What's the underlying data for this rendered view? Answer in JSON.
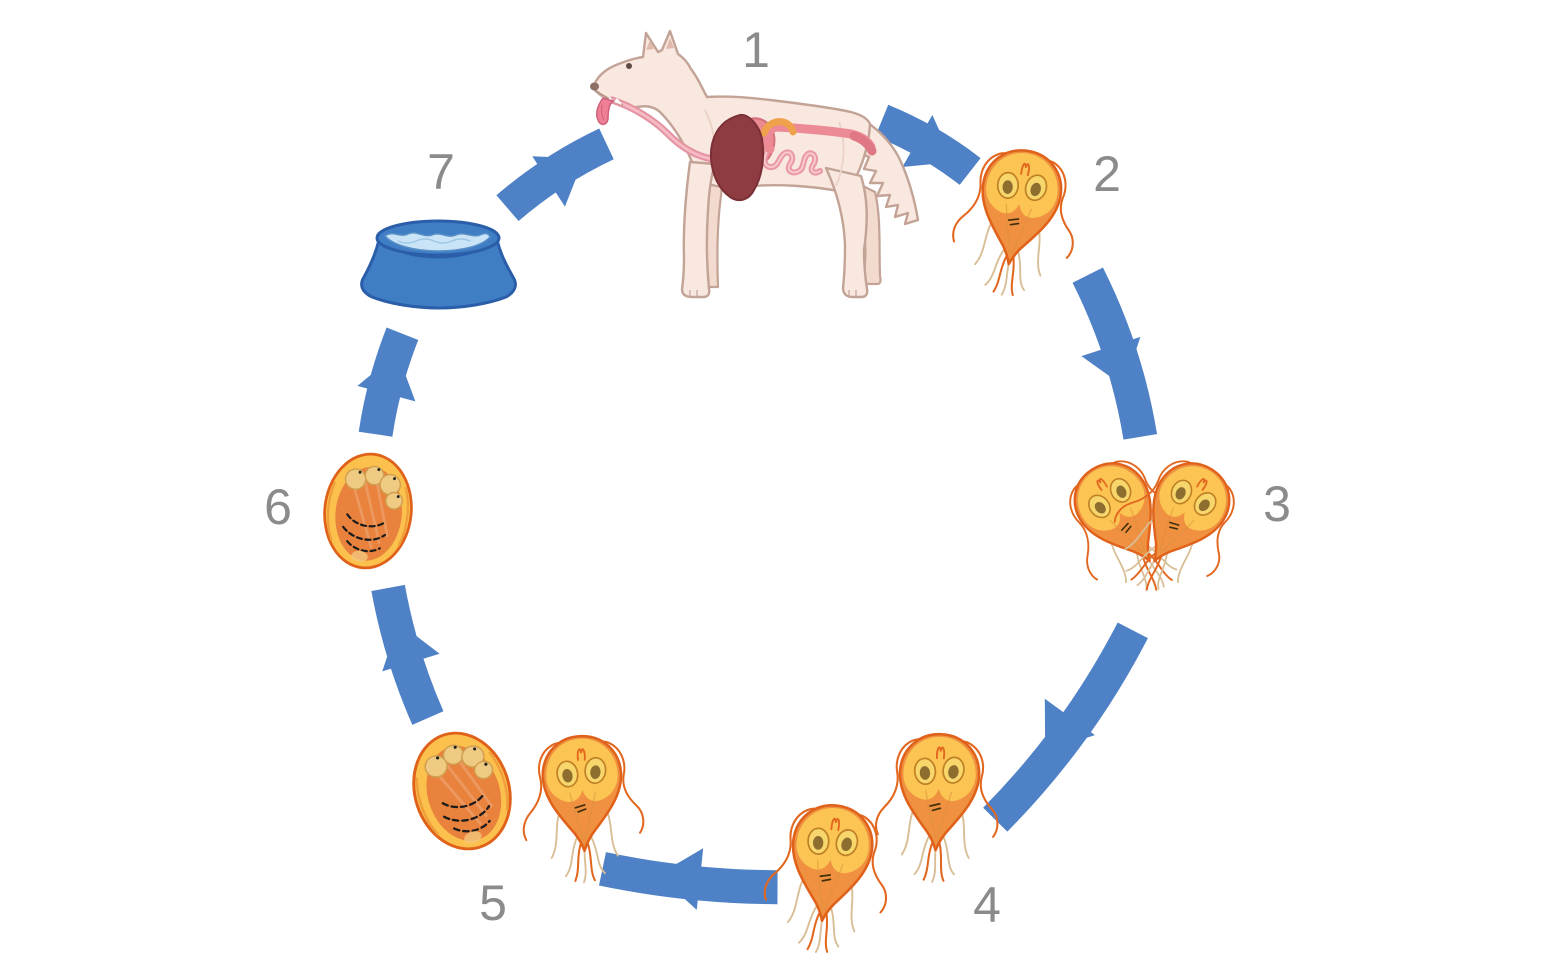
{
  "diagram": {
    "type": "life-cycle-diagram",
    "background": "#ffffff",
    "stages": [
      {
        "number": "1",
        "icon": "dog-with-digestive-tract-illustration"
      },
      {
        "number": "2",
        "icon": "trophozoite-illustration"
      },
      {
        "number": "3",
        "icon": "dividing-trophozoite-pair-illustration"
      },
      {
        "number": "4",
        "icon": "two-trophozoites-illustration"
      },
      {
        "number": "5",
        "icon": "cyst-and-trophozoite-illustration"
      },
      {
        "number": "6",
        "icon": "cyst-illustration"
      },
      {
        "number": "7",
        "icon": "water-bowl-illustration"
      }
    ],
    "arrows": [
      {
        "from": "1",
        "to": "2"
      },
      {
        "from": "2",
        "to": "3"
      },
      {
        "from": "3",
        "to": "4"
      },
      {
        "from": "4",
        "to": "5"
      },
      {
        "from": "5",
        "to": "6"
      },
      {
        "from": "6",
        "to": "7"
      },
      {
        "from": "7",
        "to": "1"
      }
    ],
    "colors": {
      "arrow_blue": "#4f81c7",
      "number_gray": "#8b8b8b",
      "organism_orange": "#ef9140",
      "organism_yellow": "#fcc452",
      "organism_outline": "#e0611a",
      "cyst_wall_yellow": "#fcc14d",
      "cyst_core_orange": "#e8823c",
      "bowl_blue": "#3f7dc5",
      "water_blue": "#c9e4f7",
      "dog_cream": "#f9e8e0",
      "liver_dark_red": "#8e3b42",
      "stomach_pink": "#eb8a91",
      "intestine_pink": "#ea99a4"
    }
  }
}
